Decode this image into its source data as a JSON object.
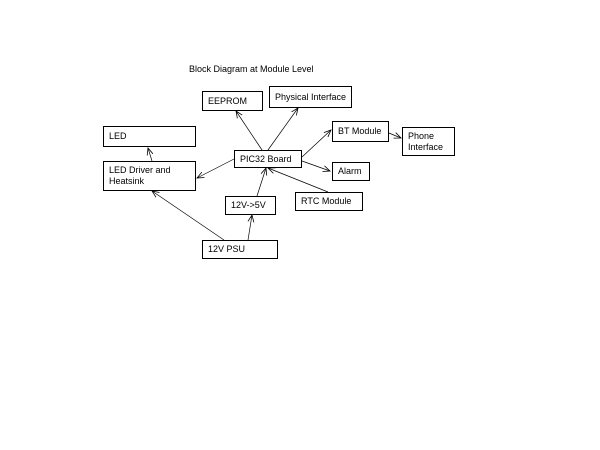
{
  "diagram": {
    "title": "Block Diagram at Module Level",
    "blocks": {
      "eeprom": "EEPROM",
      "physical_interface": "Physical Interface",
      "led": "LED",
      "bt_module": "BT Module",
      "phone_interface_line1": "Phone",
      "phone_interface_line2": "Interface",
      "pic32_board": "PIC32 Board",
      "led_driver_line1": "LED Driver and",
      "led_driver_line2": "Heatsink",
      "alarm": "Alarm",
      "converter_12v_5v": "12V->5V",
      "rtc_module": "RTC Module",
      "psu_12v": "12V PSU"
    },
    "connections": [
      {
        "from": "pic32_board",
        "to": "eeprom"
      },
      {
        "from": "pic32_board",
        "to": "physical_interface"
      },
      {
        "from": "pic32_board",
        "to": "bt_module"
      },
      {
        "from": "bt_module",
        "to": "phone_interface"
      },
      {
        "from": "pic32_board",
        "to": "alarm"
      },
      {
        "from": "pic32_board",
        "to": "led_driver"
      },
      {
        "from": "led_driver",
        "to": "led"
      },
      {
        "from": "rtc_module",
        "to": "pic32_board"
      },
      {
        "from": "converter_12v_5v",
        "to": "pic32_board"
      },
      {
        "from": "psu_12v",
        "to": "converter_12v_5v"
      },
      {
        "from": "psu_12v",
        "to": "led_driver"
      }
    ]
  }
}
